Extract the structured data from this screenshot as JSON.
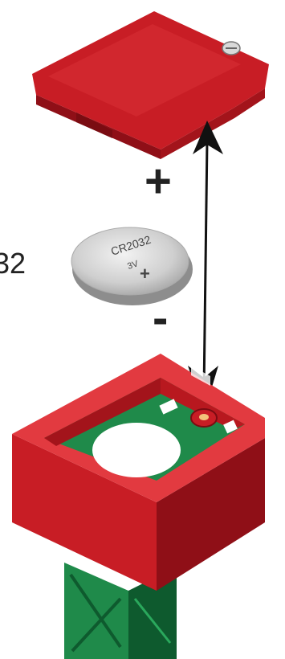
{
  "diagram": {
    "side_label": "32",
    "plus_sign": "+",
    "minus_sign": "-",
    "coin_cell": {
      "model_text": "CR2032",
      "voltage_text": "3V",
      "polarity_mark": "+"
    }
  },
  "colors": {
    "housing_red": "#c81d25",
    "housing_red_dark": "#8f0f17",
    "housing_red_light": "#e23a40",
    "board_green": "#1f8a4a",
    "board_green_dark": "#0e5a2e",
    "battery_silver": "#d8d8d8",
    "arrow_black": "#111111"
  }
}
